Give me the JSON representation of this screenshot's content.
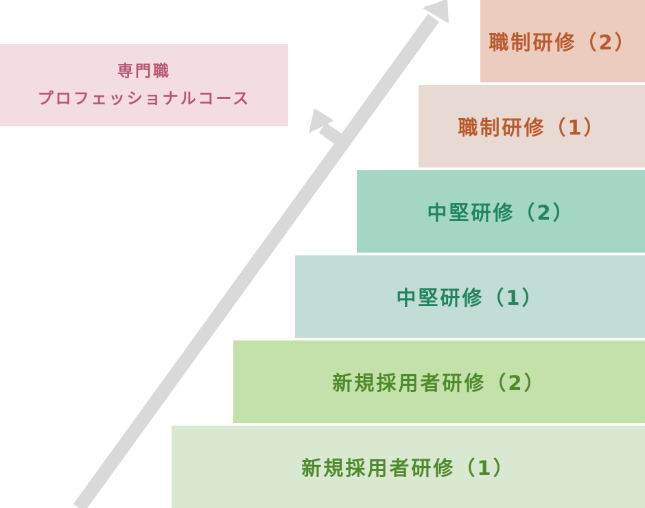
{
  "professional_box": {
    "line1": "専門職",
    "line2": "プロフェッショナルコース"
  },
  "steps": [
    {
      "label": "新規採用者研修（1）"
    },
    {
      "label": "新規採用者研修（2）"
    },
    {
      "label": "中堅研修（1）"
    },
    {
      "label": "中堅研修（2）"
    },
    {
      "label": "職制研修（1）"
    },
    {
      "label": "職制研修（2）"
    }
  ],
  "colors": {
    "arrow": "#d9d9d9",
    "new_hire_text": "#4f8a2d",
    "mid_level_text": "#21855e",
    "management_text": "#b95a2c",
    "professional_text": "#b85772",
    "professional_bg": "#f4dde2"
  }
}
